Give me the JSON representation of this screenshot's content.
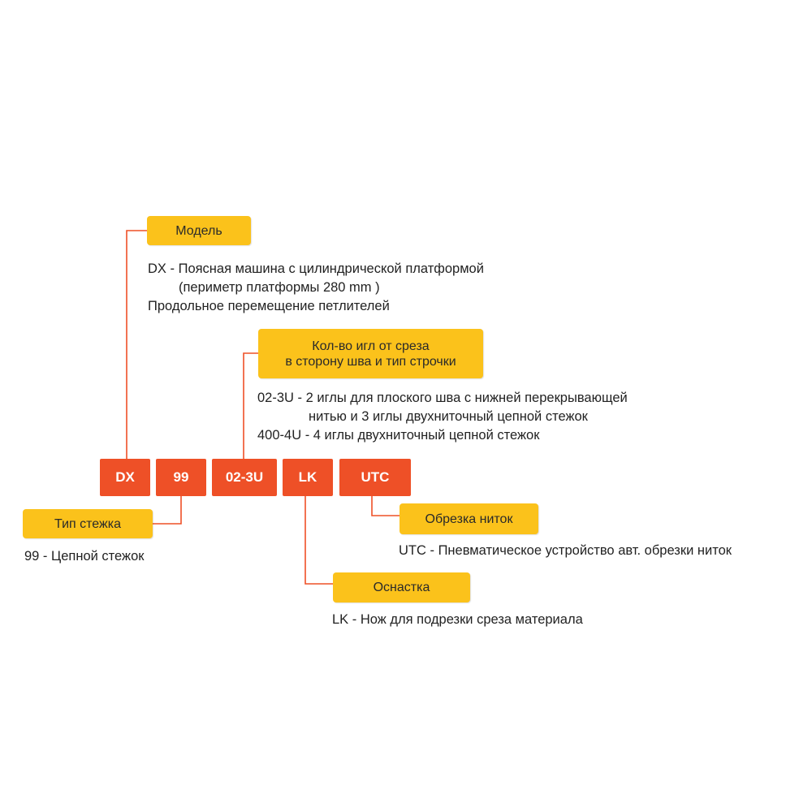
{
  "codes": {
    "dx": "DX",
    "n99": "99",
    "n023u": "02-3U",
    "lk": "LK",
    "utc": "UTC"
  },
  "labels": {
    "model": "Модель",
    "needles": [
      "Кол-во игл от среза",
      "в сторону шва и тип строчки"
    ],
    "stitch_type": "Тип стежка",
    "trimming": "Обрезка ниток",
    "equipment": "Оснастка"
  },
  "descriptions": {
    "model": [
      "DX - Поясная машина с цилиндрической платформой",
      "(периметр платформы 280 mm )",
      "Продольное перемещение петлителей"
    ],
    "needles": [
      "02-3U - 2 иглы для плоского шва с нижней перекрывающей",
      "нитью и  3 иглы двухниточный цепной стежок",
      "400-4U - 4 иглы двухниточный цепной стежок"
    ],
    "stitch_type": "99 - Цепной стежок",
    "trimming": "UTC - Пневматическое устройство авт. обрезки ниток",
    "equipment": "LK - Нож для подрезки среза материала"
  },
  "colors": {
    "code_box": "#ee5027",
    "label_box": "#fbc21b",
    "connector": "#ee5027"
  }
}
